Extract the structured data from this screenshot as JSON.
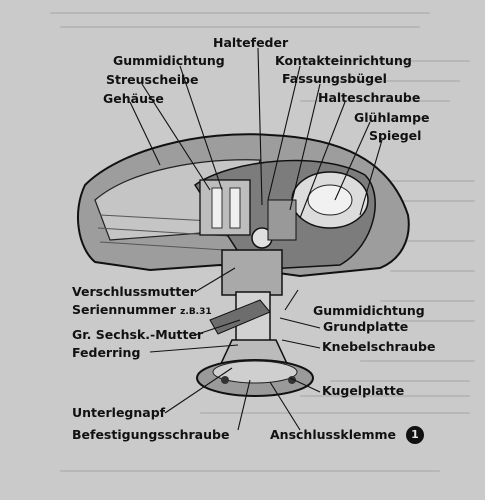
{
  "labels": {
    "haltefeder": "Haltefeder",
    "gummidichtung_top": "Gummidichtung",
    "kontakteinrichtung": "Kontakteinrichtung",
    "streuscheibe": "Streuscheibe",
    "fassungsbuegel": "Fassungsbügel",
    "gehaeuse": "Gehäuse",
    "halteschraube": "Halteschraube",
    "gluehlampe": "Glühlampe",
    "spiegel": "Spiegel",
    "verschlussmutter": "Verschlussmutter",
    "seriennummer": "Seriennummer",
    "seriennummer_example": "z.B.31",
    "sechskant_mutter": "Gr. Sechsk.-Mutter",
    "federring": "Federring",
    "gummidichtung_bottom": "Gummidichtung",
    "grundplatte": "Grundplatte",
    "knebelschraube": "Knebelschraube",
    "kugelplatte": "Kugelplatte",
    "unterlegnapf": "Unterlegnapf",
    "befestigungsschraube": "Befestigungsschraube",
    "anschlussklemme": "Anschlussklemme"
  },
  "figure_number": "1"
}
